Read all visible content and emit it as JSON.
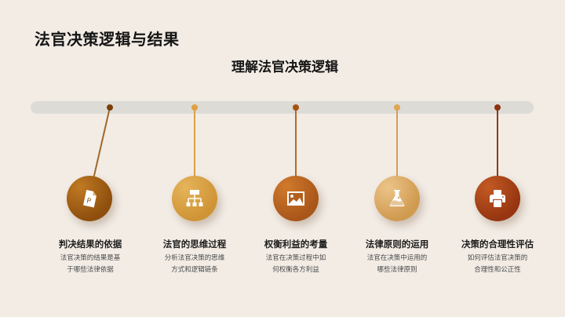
{
  "slide": {
    "title": "法官决策逻辑与结果",
    "subtitle": "理解法官决策逻辑"
  },
  "colors": {
    "background": "#f2ece5",
    "track": "#dddbd6",
    "node1": "#9a5a12",
    "node2": "#d9a041",
    "node3": "#b8621c",
    "node4": "#dcaa60",
    "node5": "#a8431a"
  },
  "timeline": [
    {
      "icon": "document-p-icon",
      "label": "判决结果的依据",
      "desc_line1": "法官决策的结果是基",
      "desc_line2": "于哪些法律依据"
    },
    {
      "icon": "org-chart-icon",
      "label": "法官的思维过程",
      "desc_line1": "分析法官决策的思维",
      "desc_line2": "方式和逻辑链条"
    },
    {
      "icon": "image-icon",
      "label": "权衡利益的考量",
      "desc_line1": "法官在决策过程中如",
      "desc_line2": "何权衡各方利益"
    },
    {
      "icon": "flask-icon",
      "label": "法律原则的运用",
      "desc_line1": "法官在决策中运用的",
      "desc_line2": "哪些法律原则"
    },
    {
      "icon": "printer-icon",
      "label": "决策的合理性评估",
      "desc_line1": "如何评估法官决策的",
      "desc_line2": "合理性和公正性"
    }
  ]
}
